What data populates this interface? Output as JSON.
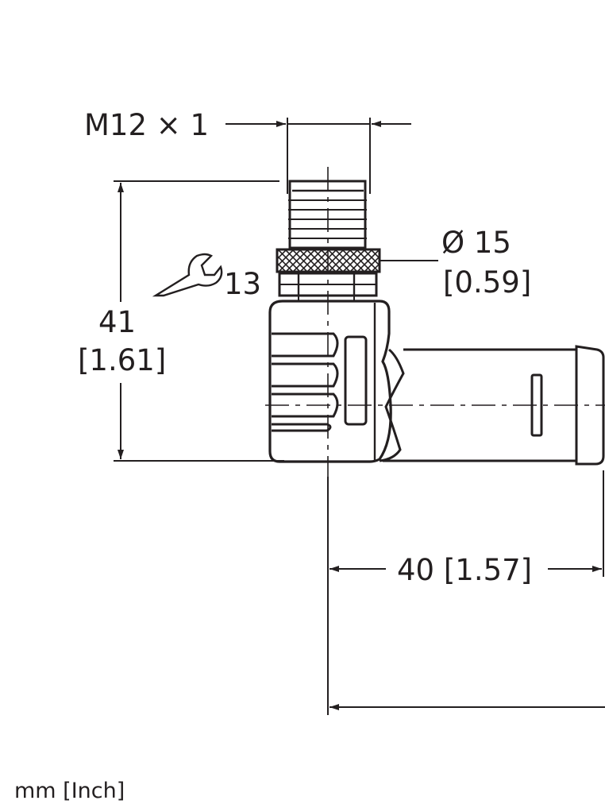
{
  "dimensions": {
    "thread": "M12 × 1",
    "diameter": "Ø 15",
    "diameter_inch": "[0.59]",
    "wrench_size": "13",
    "height": "41",
    "height_inch": "[1.61]",
    "length": "40 [1.57]"
  },
  "units_note": "mm [Inch]",
  "colors": {
    "ink": "#231f20",
    "background": "#ffffff"
  },
  "icons": [
    "wrench-icon"
  ]
}
